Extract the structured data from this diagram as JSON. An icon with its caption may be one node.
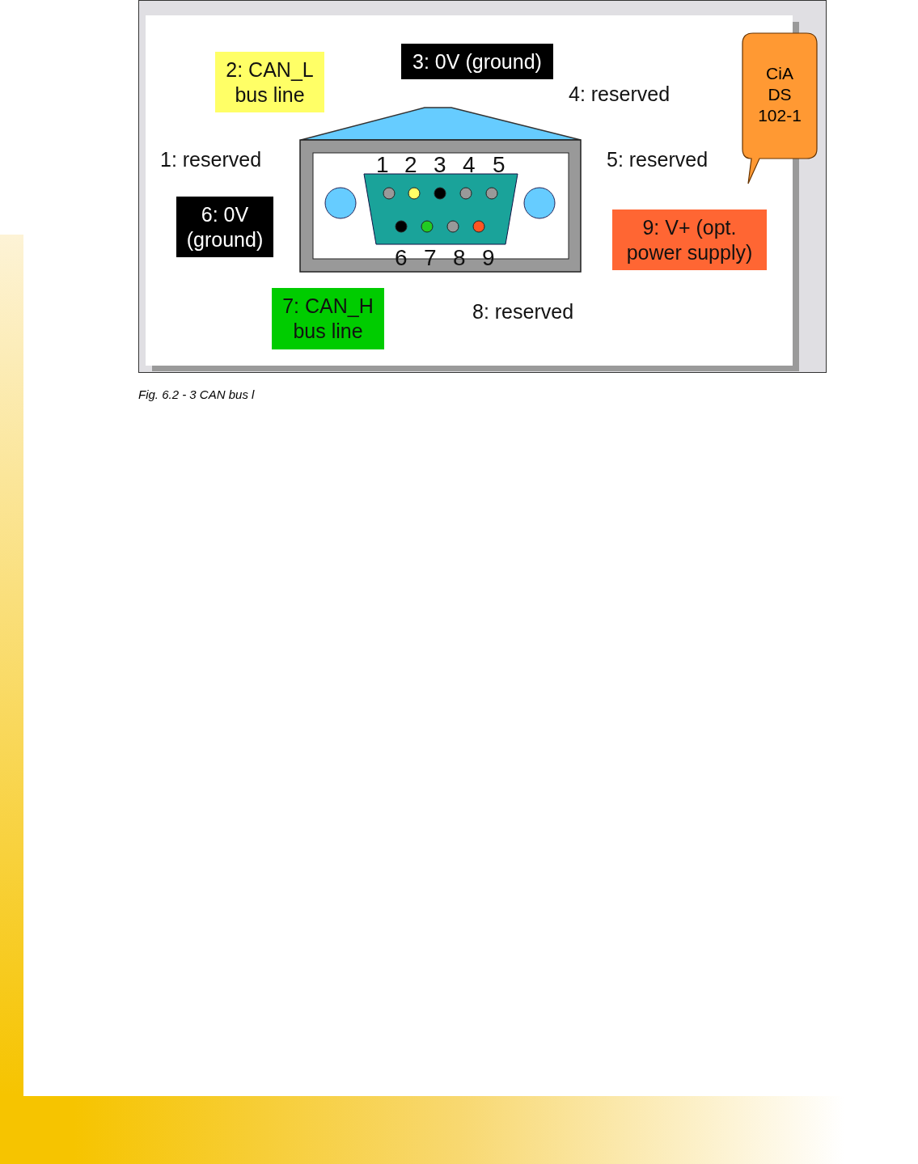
{
  "diagram": {
    "caption": "Fig. 6.2 - 3 CAN bus l",
    "nodes": [
      {
        "text": [
          "2: CAN_L bus line"
        ]
      },
      {
        "text": [
          "3: 0V (ground)"
        ]
      },
      {
        "text": [
          "CiA DS 102-1"
        ]
      },
      {
        "text": [
          "6: 0V (ground)"
        ]
      },
      {
        "text": [
          "9: V+ (opt. power supply)"
        ]
      },
      {
        "text": [
          "7: CAN_H bus line"
        ]
      }
    ],
    "edges": [],
    "labels": [
      "4: reserved",
      "1: reserved",
      "1",
      "2",
      "3",
      "4",
      "5",
      "5: reserved",
      "6",
      "7",
      "8",
      "9",
      "8: reserved"
    ]
  }
}
